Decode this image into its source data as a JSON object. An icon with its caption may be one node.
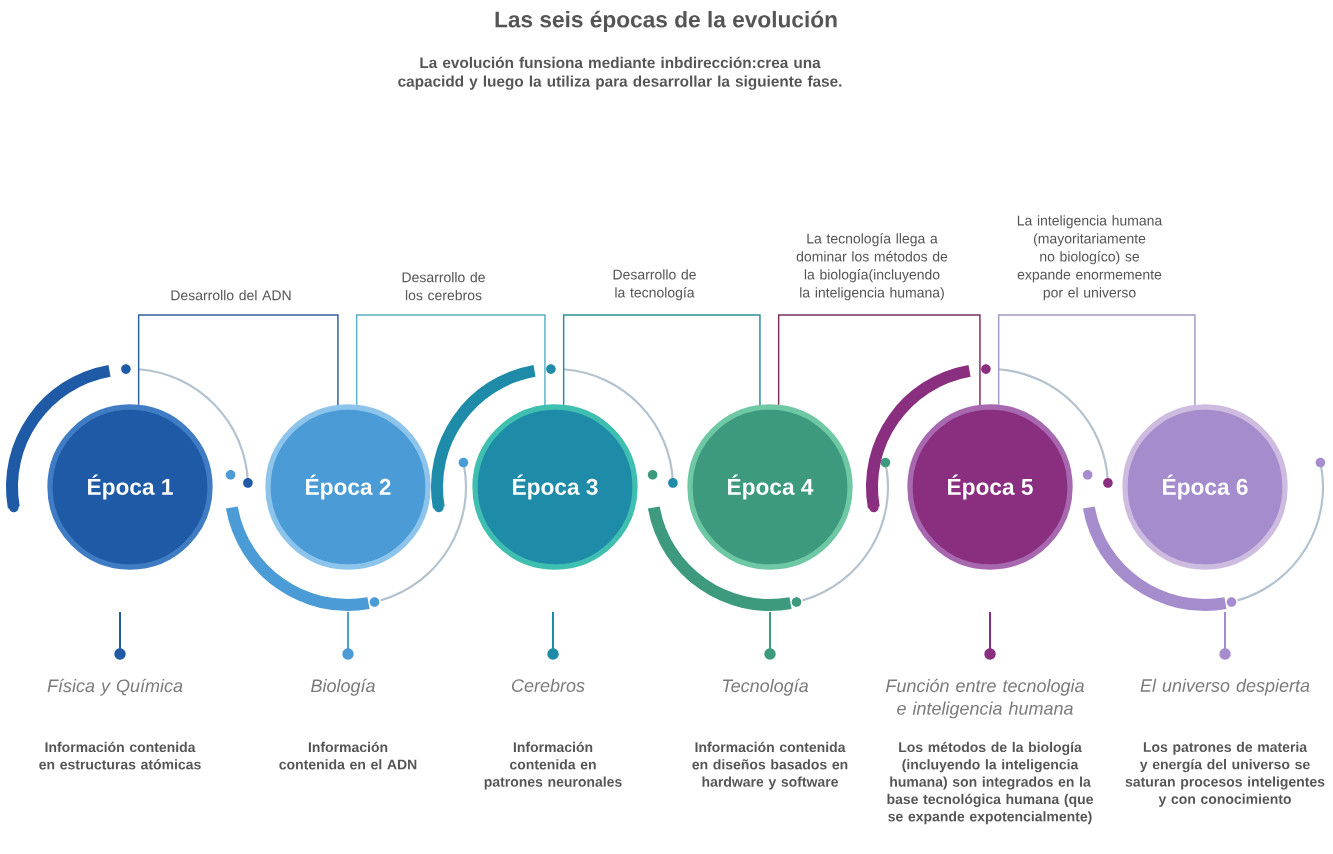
{
  "diagram": {
    "title": "Las seis épocas de la evolución",
    "nodes": [
      {
        "text": [
          "Época 1"
        ],
        "beside": [
          "Física y Química",
          "Información contenida en estructuras atómicas"
        ]
      },
      {
        "text": [
          "Época 2"
        ],
        "beside": [
          "Biología",
          "Información contenida en el ADN"
        ]
      },
      {
        "text": [
          "Época 3"
        ],
        "beside": [
          "Cerebros",
          "Información contenida en patrones neuronales"
        ]
      },
      {
        "text": [
          "Época 4"
        ],
        "beside": [
          "Tecnología",
          "Información contenida en diseños basados en hardware y software"
        ]
      },
      {
        "text": [
          "Época 5"
        ],
        "beside": [
          "Función entre tecnologia e inteligencia humana",
          "Los métodos de la biología (incluyendo la inteligencia humana) son integrados en la base tecnológica humana (que se expande expotencialmente)"
        ]
      },
      {
        "text": [
          "Época 6"
        ],
        "beside": [
          "El universo despierta",
          "Los patrones de materia y energía del universo se saturan procesos inteligentes y con conocimiento"
        ]
      }
    ],
    "edges": [
      {
        "from": 0,
        "to": 1,
        "arrow": "none",
        "label": "Desarrollo del ADN",
        "color": "#2e5fa0"
      },
      {
        "from": 1,
        "to": 2,
        "arrow": "none",
        "label": "Desarrollo de los cerebros",
        "color": "#5ab0c8"
      },
      {
        "from": 2,
        "to": 3,
        "arrow": "none",
        "label": "Desarrollo de la tecnología",
        "color": "#2a8f9a"
      },
      {
        "from": 3,
        "to": 4,
        "arrow": "none",
        "label": "La tecnología llega a dominar los métodos de la biología(incluyendo la inteligencia humana)",
        "color": "#7a3062"
      },
      {
        "from": 4,
        "to": 5,
        "arrow": "none",
        "label": "La inteligencia humana (mayoritariamente no biologíco) se expande enormemente por el universo",
        "color": "#a598c4"
      }
    ],
    "labels": [
      "La evolución funsiona mediante inbdirección:crea una capacidd y luego la utiliza para desarrollar la siguiente fase."
    ]
  }
}
